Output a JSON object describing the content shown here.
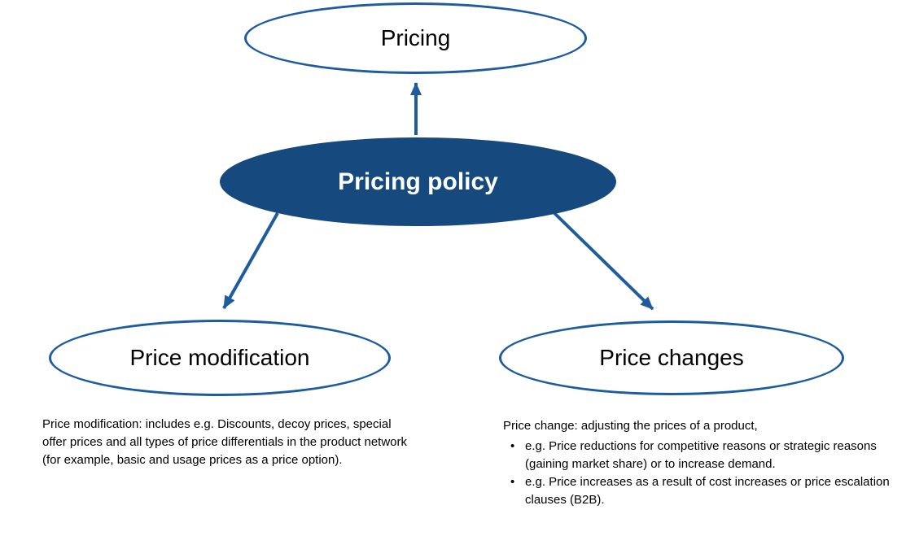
{
  "canvas": {
    "background": "#ffffff"
  },
  "palette": {
    "canvas_bg": "#ffffff",
    "node_fill": "#16497E",
    "node_outline": "#1E5C9E",
    "arrow": "#1E5C9E",
    "node_text_dark": "#000000",
    "node_text_light": "#ffffff",
    "body_text": "#000000"
  },
  "nodes": {
    "pricing": {
      "label": "Pricing"
    },
    "pricing_policy": {
      "label": "Pricing policy"
    },
    "price_modification": {
      "label": "Price modification"
    },
    "price_changes": {
      "label": "Price changes"
    }
  },
  "edges": [
    {
      "from": "pricing_policy",
      "to": "pricing"
    },
    {
      "from": "pricing_policy",
      "to": "price_modification"
    },
    {
      "from": "pricing_policy",
      "to": "price_changes"
    }
  ],
  "notes": {
    "price_modification": {
      "lines": [
        "Price modification: includes e.g. Discounts, decoy prices, special",
        "offer prices and all types of price differentials in the product network",
        "(for example, basic and usage prices as a price option)."
      ]
    },
    "price_changes": {
      "intro": "Price change: adjusting the prices of a product,",
      "bullet_glyph": "•",
      "bullets": [
        {
          "lines": [
            "e.g. Price reductions for competitive reasons or strategic reasons",
            "(gaining market share) or to increase demand."
          ]
        },
        {
          "lines": [
            "e.g. Price increases as a result of cost increases or price escalation",
            "clauses (B2B)."
          ]
        }
      ]
    }
  }
}
